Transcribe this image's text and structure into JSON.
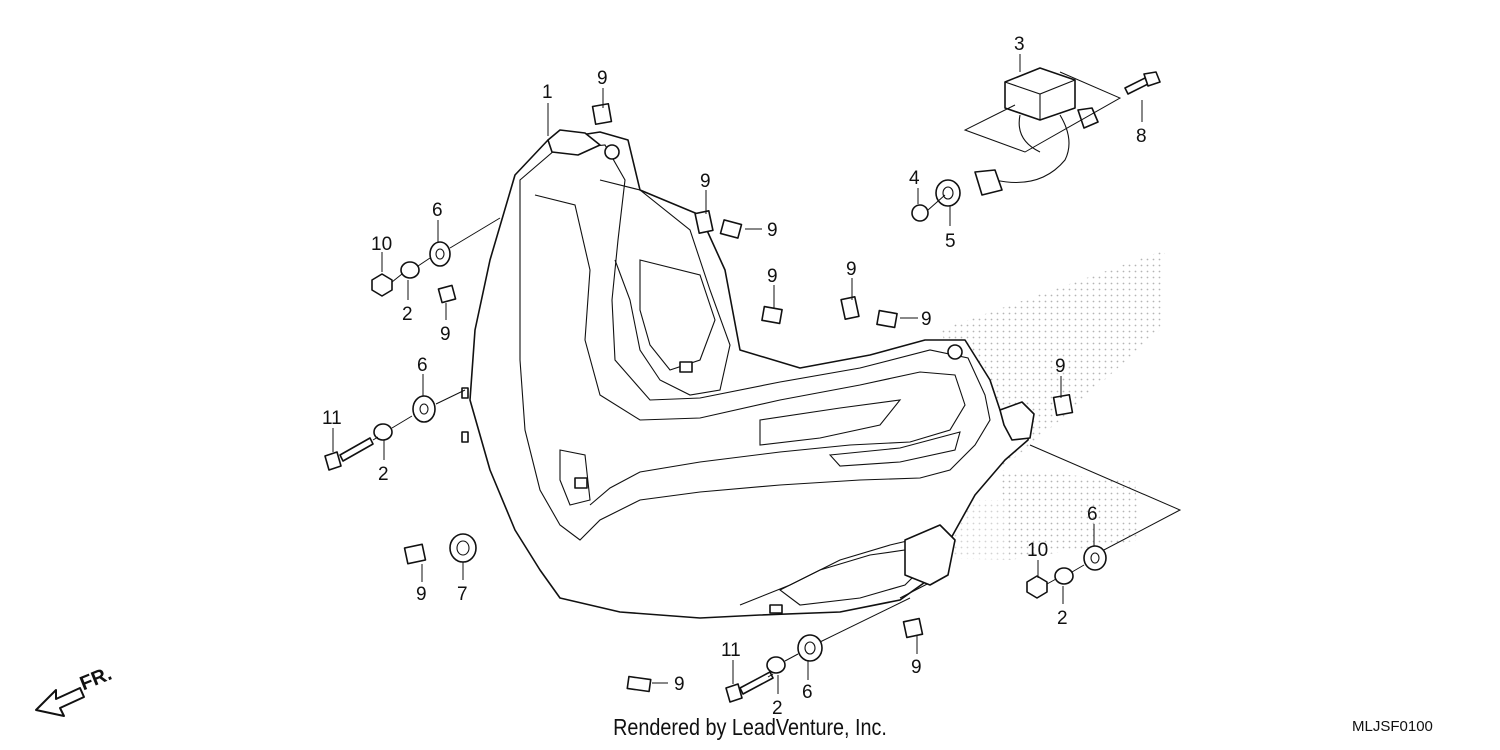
{
  "footer": {
    "credit": "Rendered by LeadVenture, Inc.",
    "diagram_code": "MLJSF0100"
  },
  "direction_indicator": {
    "text": "FR.",
    "icon": "front-arrow-icon"
  },
  "callouts": [
    {
      "id": "c1",
      "text": "1"
    },
    {
      "id": "c2",
      "text": "9"
    },
    {
      "id": "c3",
      "text": "3"
    },
    {
      "id": "c4",
      "text": "8"
    },
    {
      "id": "c5",
      "text": "4"
    },
    {
      "id": "c6",
      "text": "5"
    },
    {
      "id": "c7",
      "text": "9"
    },
    {
      "id": "c8",
      "text": "9"
    },
    {
      "id": "c9",
      "text": "6"
    },
    {
      "id": "c10",
      "text": "10"
    },
    {
      "id": "c11",
      "text": "2"
    },
    {
      "id": "c12",
      "text": "9"
    },
    {
      "id": "c13",
      "text": "9"
    },
    {
      "id": "c14",
      "text": "9"
    },
    {
      "id": "c15",
      "text": "9"
    },
    {
      "id": "c16",
      "text": "6"
    },
    {
      "id": "c17",
      "text": "11"
    },
    {
      "id": "c18",
      "text": "2"
    },
    {
      "id": "c19",
      "text": "9"
    },
    {
      "id": "c20",
      "text": "9"
    },
    {
      "id": "c21",
      "text": "7"
    },
    {
      "id": "c22",
      "text": "6"
    },
    {
      "id": "c23",
      "text": "10"
    },
    {
      "id": "c24",
      "text": "2"
    },
    {
      "id": "c25",
      "text": "9"
    },
    {
      "id": "c26",
      "text": "11"
    },
    {
      "id": "c27",
      "text": "2"
    },
    {
      "id": "c28",
      "text": "6"
    },
    {
      "id": "c29",
      "text": "9"
    }
  ]
}
